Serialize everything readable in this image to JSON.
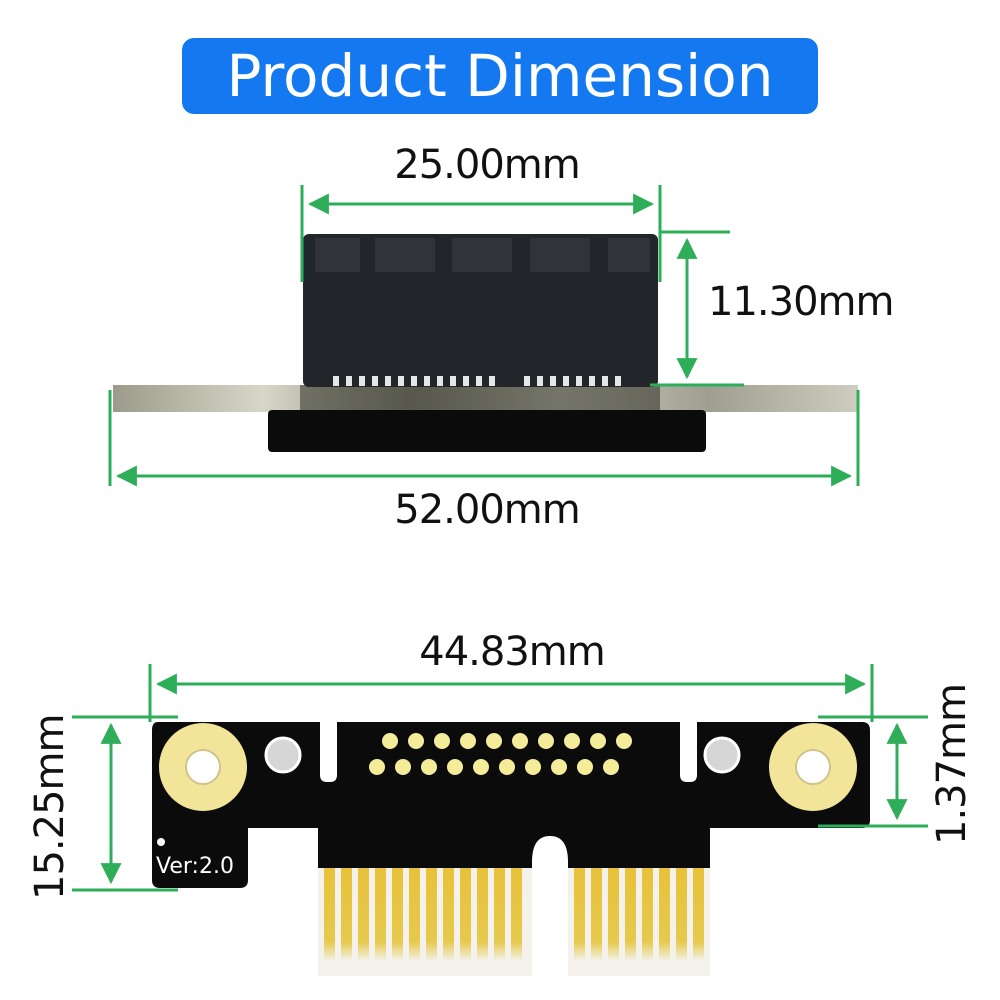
{
  "title": "Product Dimension",
  "dimensions": {
    "top_width": "25.00mm",
    "top_height": "11.30mm",
    "top_total_width": "52.00mm",
    "bottom_width": "44.83mm",
    "bottom_height": "15.25mm",
    "bottom_thickness": "1.37mm"
  },
  "board_label": "Ver:2.0",
  "colors": {
    "title_background": "#1479f0",
    "title_text": "#ffffff",
    "dimension_line": "#2fae5a",
    "pcb": "#0b0b0b",
    "connector": "#22252a",
    "gold_finger": "#e8cf55",
    "mount_pad": "#f2e59a"
  }
}
